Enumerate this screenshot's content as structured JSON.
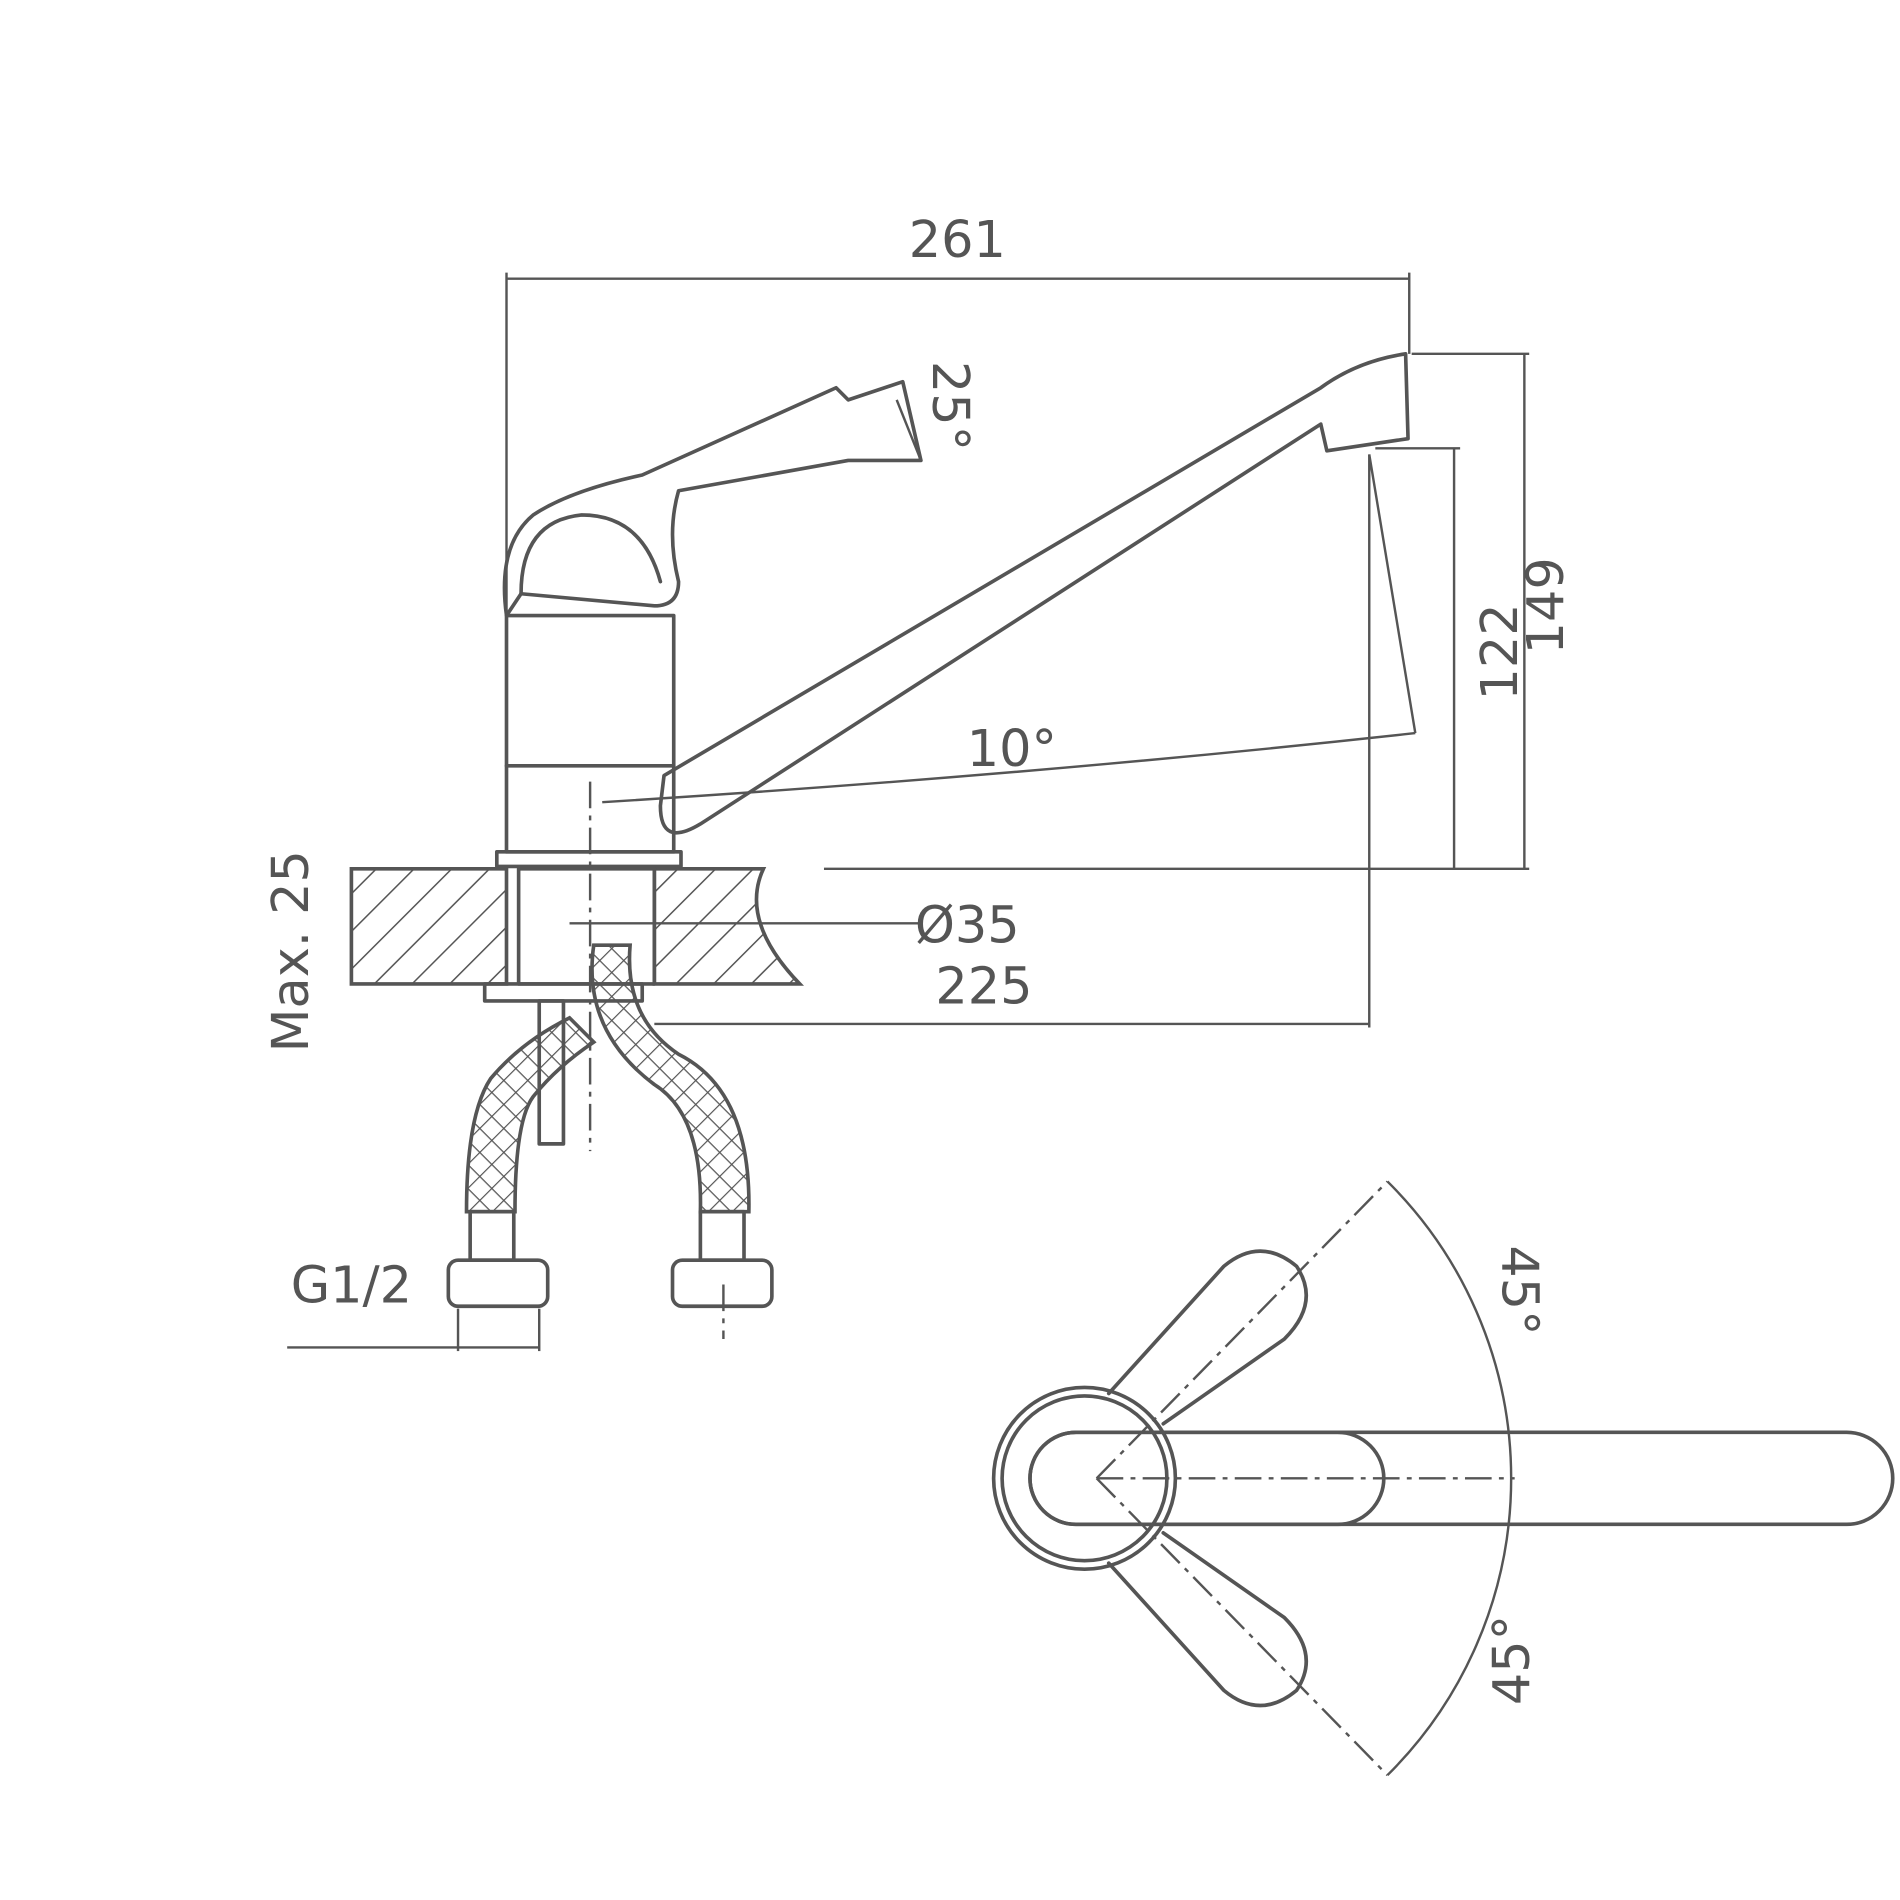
{
  "drawing": {
    "title": "Single-lever kitchen faucet dimension drawing",
    "dimensions": {
      "overall_length": "261",
      "total_height": "149",
      "spout_height": "122",
      "spout_reach": "225",
      "base_diameter": "Ø35",
      "max_counter_thickness": "Max. 25",
      "connection_thread": "G1/2"
    },
    "angles": {
      "lever_tilt": "25°",
      "spout_tilt": "10°",
      "rotation_up": "45°",
      "rotation_down": "45°"
    },
    "line_color": "#555555"
  }
}
